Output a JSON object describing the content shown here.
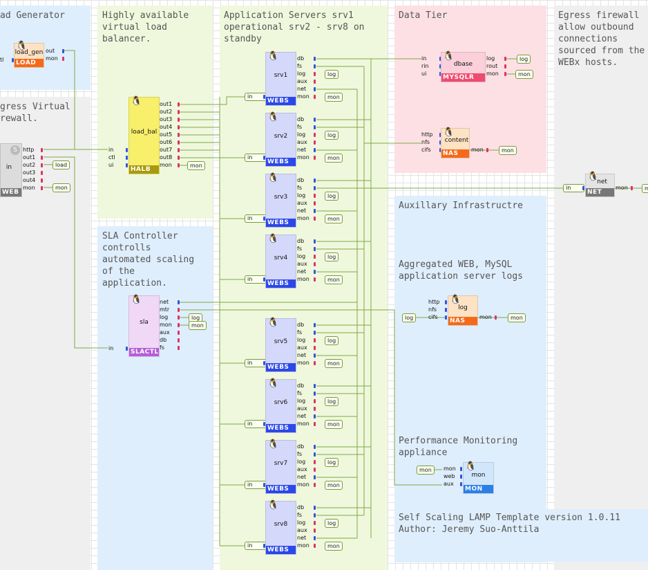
{
  "colors": {
    "wire": "#7fa844",
    "region_blue": "#dfeefc",
    "region_green": "#eff8dd",
    "region_red": "#fde0e4",
    "region_gray": "#efefef",
    "kind_web": "#2b48e8",
    "kind_halb": "#a89a10",
    "kind_mysql": "#f04a6e",
    "kind_nas": "#f46a1a",
    "kind_load": "#f46a1a",
    "kind_slactl": "#b45ed8",
    "kind_mon": "#2b80e8",
    "kind_net": "#777777",
    "kind_web_gray": "#777777"
  },
  "regions": {
    "load_generator": "ad Generator",
    "ingress": "gress Virtual\nrewall.",
    "load_balancer": "Highly available\nvirtual load\nbalancer.",
    "sla_controller": "SLA Controller\ncontrolls\nautomated scaling\nof the\napplication.",
    "app_servers": "Application Servers srv1\noperational srv2 - srv8 on\nstandby",
    "data_tier": "Data Tier",
    "aux_infra": "Auxillary Infrastructre",
    "aggregated_logs": "Aggregated WEB, MySQL\napplication server logs",
    "perf_monitoring": "Performance Monitoring\nappliance",
    "egress": "Egress firewall\nallow outbound\nconnections\nsourced from the\nWEBx hosts.",
    "version": "Self Scaling LAMP Template version 1.0.11\nAuthor: Jeremy Suo-Anttila"
  },
  "nodes": {
    "load_gen": {
      "name": "load_gen",
      "kind": "LOAD",
      "icon": "tux-icon",
      "ports_in": [
        "tl"
      ],
      "ports_out": [
        "out",
        "mon"
      ]
    },
    "in_web": {
      "name": "in",
      "kind": "WEB",
      "icon": "s-badge-icon",
      "badge": "S",
      "ports_out": [
        "http",
        "out1",
        "out2",
        "out3",
        "out4",
        "mon"
      ]
    },
    "load_bal": {
      "name": "load_bal",
      "kind": "HALB",
      "icon": "tux-icon",
      "ports_in": [
        "in",
        "ctl",
        "ui"
      ],
      "ports_out": [
        "out1",
        "out2",
        "out3",
        "out4",
        "out5",
        "out6",
        "out7",
        "out8",
        "mon"
      ]
    },
    "sla": {
      "name": "sla",
      "kind": "SLACTL",
      "icon": "tux-icon",
      "ports_in": [
        "in"
      ],
      "ports_out": [
        "net",
        "mtr",
        "log",
        "mon",
        "aux",
        "db",
        "fs"
      ]
    },
    "srv1": {
      "name": "srv1",
      "kind": "WEBS",
      "icon": "tux-icon",
      "ports_in": [
        "in"
      ],
      "ports_out": [
        "db",
        "fs",
        "log",
        "aux",
        "net",
        "mon"
      ]
    },
    "srv2": {
      "name": "srv2",
      "kind": "WEBS",
      "icon": "tux-icon",
      "ports_in": [
        "in"
      ],
      "ports_out": [
        "db",
        "fs",
        "log",
        "aux",
        "net",
        "mon"
      ]
    },
    "srv3": {
      "name": "srv3",
      "kind": "WEBS",
      "icon": "tux-icon",
      "ports_in": [
        "in"
      ],
      "ports_out": [
        "db",
        "fs",
        "log",
        "aux",
        "net",
        "mon"
      ]
    },
    "srv4": {
      "name": "srv4",
      "kind": "WEBS",
      "icon": "tux-icon",
      "ports_in": [
        "in"
      ],
      "ports_out": [
        "db",
        "fs",
        "log",
        "aux",
        "net",
        "mon"
      ]
    },
    "srv5": {
      "name": "srv5",
      "kind": "WEBS",
      "icon": "tux-icon",
      "ports_in": [
        "in"
      ],
      "ports_out": [
        "db",
        "fs",
        "log",
        "aux",
        "net",
        "mon"
      ]
    },
    "srv6": {
      "name": "srv6",
      "kind": "WEBS",
      "icon": "tux-icon",
      "ports_in": [
        "in"
      ],
      "ports_out": [
        "db",
        "fs",
        "log",
        "aux",
        "net",
        "mon"
      ]
    },
    "srv7": {
      "name": "srv7",
      "kind": "WEBS",
      "icon": "tux-icon",
      "ports_in": [
        "in"
      ],
      "ports_out": [
        "db",
        "fs",
        "log",
        "aux",
        "net",
        "mon"
      ]
    },
    "srv8": {
      "name": "srv8",
      "kind": "WEBS",
      "icon": "tux-icon",
      "ports_in": [
        "in"
      ],
      "ports_out": [
        "db",
        "fs",
        "log",
        "aux",
        "net",
        "mon"
      ]
    },
    "dbase": {
      "name": "dbase",
      "kind": "MYSQLR",
      "icon": "tux-icon",
      "ports_in": [
        "in",
        "rin",
        "ui"
      ],
      "ports_out": [
        "log",
        "rout",
        "mon"
      ]
    },
    "content": {
      "name": "content",
      "kind": "NAS",
      "icon": "tux-icon",
      "ports_in": [
        "http",
        "nfs",
        "cifs"
      ],
      "ports_out": [
        "mon"
      ]
    },
    "log": {
      "name": "log",
      "kind": "NAS",
      "icon": "tux-icon",
      "ports_in": [
        "http",
        "nfs",
        "cifs"
      ],
      "ports_out": [
        "mon"
      ]
    },
    "mon": {
      "name": "mon",
      "kind": "MON",
      "icon": "tux-icon",
      "ports_in": [
        "mon",
        "web",
        "aux"
      ]
    },
    "net": {
      "name": "net",
      "kind": "NET",
      "icon": "tux-icon",
      "ports_in": [
        "in"
      ],
      "ports_out": [
        "mon"
      ]
    }
  },
  "tags": {
    "in_load": "load",
    "in_mon": "mon",
    "lb_mon": "mon",
    "sla_in": "in",
    "sla_log": "log",
    "sla_mon": "mon",
    "srv_in": "in",
    "srv_log": "log",
    "srv_mon": "mon",
    "db_log": "log",
    "db_mon": "mon",
    "content_mon": "mon",
    "log_left": "log",
    "log_mon": "mon",
    "mon_left": "mon",
    "net_in": "in",
    "net_mon": "mon",
    "net_right": "m"
  }
}
